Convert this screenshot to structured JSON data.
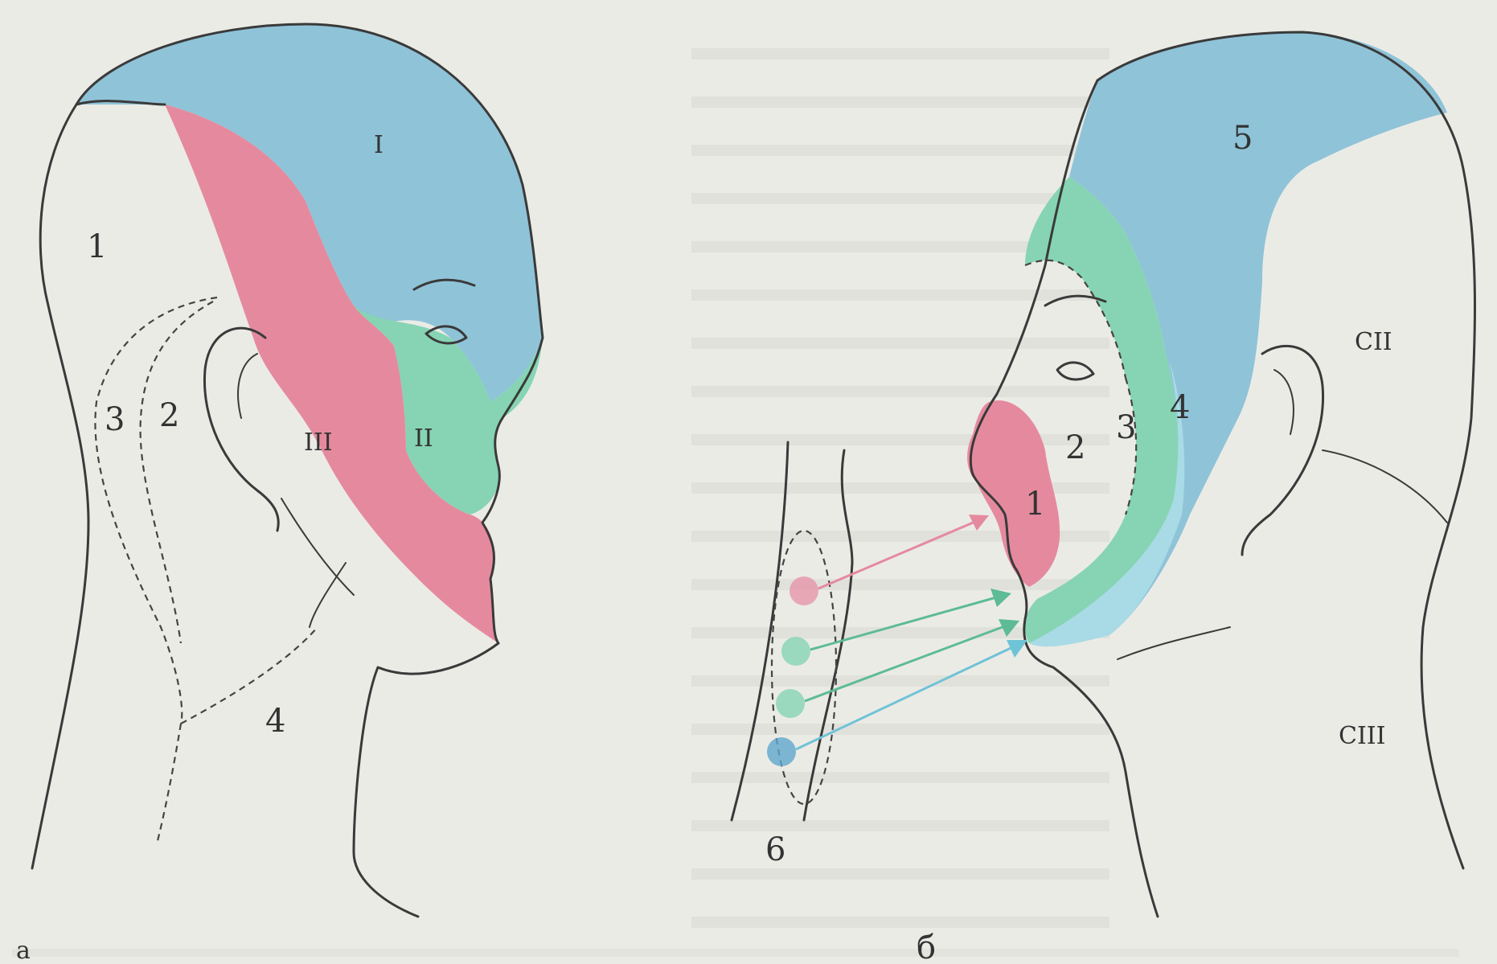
{
  "colors": {
    "paper": "#ebebe6",
    "blue": "#8fc3d8",
    "pink": "#e58a9e",
    "green": "#86d4b4",
    "light_blue": "#a9dbe6"
  },
  "panel_a": {
    "letter": "а",
    "region_labels": {
      "roman_1": "I",
      "roman_2": "II",
      "roman_3": "III",
      "num_1": "1",
      "num_2": "2",
      "num_3": "3",
      "num_4": "4"
    }
  },
  "panel_b": {
    "letter": "б",
    "region_labels": {
      "num_1": "1",
      "num_2": "2",
      "num_3": "3",
      "num_4": "4",
      "num_5": "5",
      "num_6": "6",
      "c2": "CII",
      "c3": "CIII"
    }
  }
}
